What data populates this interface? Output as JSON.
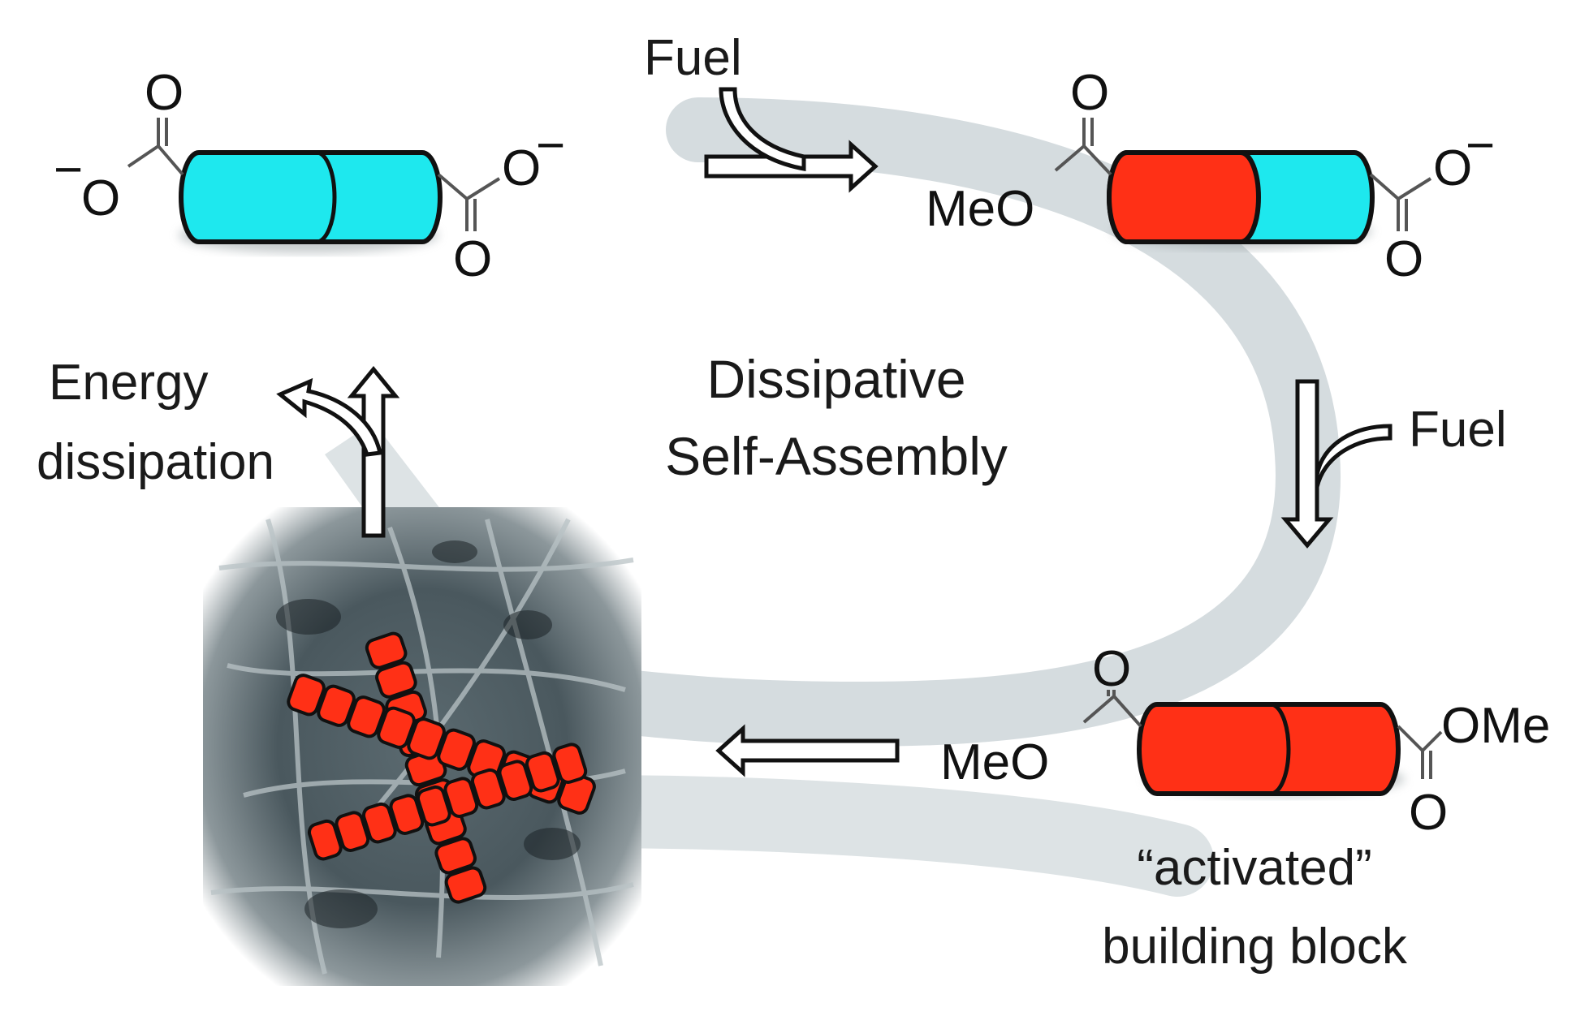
{
  "diagram": {
    "title_line1": "Dissipative",
    "title_line2": "Self-Assembly",
    "fuel_top": "Fuel",
    "fuel_right": "Fuel",
    "energy_line1": "Energy",
    "energy_line2": "dissipation",
    "activated_line1": "“activated”",
    "activated_line2": "building block"
  },
  "molecules": {
    "carbonyl_O": "O",
    "anion_O": "O",
    "anion_charge": "−",
    "methoxy_left": "MeO",
    "methoxy_right": "OMe"
  },
  "colors": {
    "cyan_block": "#1ee8ee",
    "red_block": "#ff3016",
    "cycle_band": "#d3dadc",
    "text_red": "#ff2a1a"
  }
}
